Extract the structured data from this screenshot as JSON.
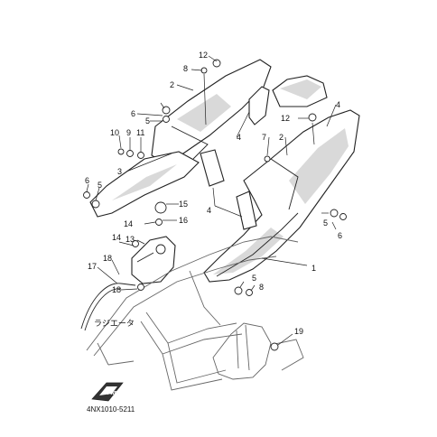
{
  "diagram": {
    "callouts": [
      "1",
      "2",
      "2",
      "3",
      "4",
      "4",
      "4",
      "5",
      "5",
      "5",
      "5",
      "6",
      "6",
      "6",
      "7",
      "8",
      "8",
      "9",
      "10",
      "11",
      "12",
      "12",
      "13",
      "14",
      "14",
      "15",
      "16",
      "17",
      "18",
      "18",
      "19"
    ],
    "radiator_label": "ラジエータ",
    "fwd_label": "FWD",
    "drawing_code": "4NX1010-5211"
  }
}
